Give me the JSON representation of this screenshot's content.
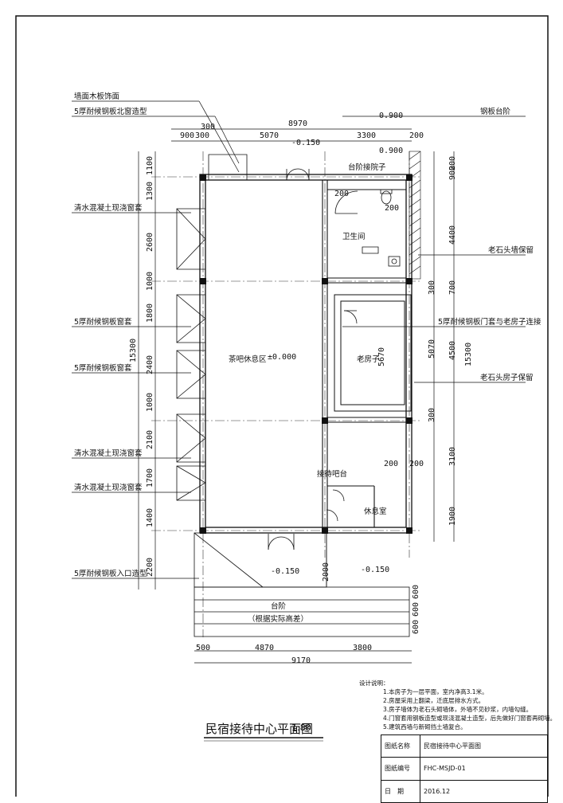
{
  "drawing": {
    "title": "民宿接待中心平面图",
    "scale": "1:80"
  },
  "callouts": {
    "wall_facing": "墙面木板饰面",
    "north_window": "5厚耐候钢板北窗造型",
    "steel_step": "钢板台阶",
    "concrete_window_1": "清水混凝土现浇窗套",
    "steel_window_1": "5厚耐候钢板窗套",
    "steel_window_2": "5厚耐候钢板窗套",
    "concrete_window_2": "清水混凝土现浇窗套",
    "concrete_window_3": "清水混凝土现浇窗套",
    "entrance": "5厚耐候钢板入口造型",
    "old_stone_wall_1": "老石头墙保留",
    "door_frame": "5厚耐候钢板门套与老房子连接",
    "old_stone_wall_2": "老石头房子保留"
  },
  "rooms": {
    "bathroom": "卫生间",
    "lounge": "茶吧休息区",
    "old_house": "老房子",
    "reception": "接待吧台",
    "rest_room": "休息室",
    "steps": "台阶",
    "steps_note": "（根据实际高差）",
    "steps_top": "台阶接院子"
  },
  "levels": {
    "main": "±0.000",
    "top_1": "-0.150",
    "top_2": "0.900",
    "top_3": "0.900",
    "bottom_1": "-0.150",
    "bottom_2": "-0.150",
    "old_house_dim": "5670",
    "step_200a": "200",
    "step_200b": "200",
    "step_200c": "200",
    "step_200d": "200"
  },
  "dims_top": {
    "overall": "8970",
    "d900": "900",
    "d300a": "300",
    "d300b": "300",
    "d5070": "5070",
    "d3300": "3300",
    "d200": "200"
  },
  "dims_bottom": {
    "d500": "500",
    "d4870": "4870",
    "d3800": "3800",
    "overall": "9170"
  },
  "dims_left": [
    "1100",
    "1300",
    "2600",
    "1000",
    "1800",
    "2400",
    "1000",
    "2100",
    "1700",
    "1400",
    "2200"
  ],
  "dims_left_total": "15300",
  "dims_right": [
    "900",
    "4400",
    "700",
    "4500",
    "300",
    "3100",
    "1900"
  ],
  "dims_right_200": "200",
  "dims_right_300a": "300",
  "dims_right_5070": "5070",
  "dims_right_total": "15300",
  "dims_bottom_side": [
    "2000",
    "600",
    "600",
    "600"
  ],
  "notes": {
    "heading": "设计说明：",
    "items": [
      "1.本房子为一层平面，室内净高3.1米。",
      "2.房屋采用上翻梁，迁底层排水方式。",
      "3.房子墙体为老石头砌墙体，外墙不见砂浆，内墙勾缝。",
      "4.门窗套用钢板造型或现浇混凝土造型，后先做好门窗套再砌墙。",
      "5.建筑西墙与新砌挡土墙复合。"
    ]
  },
  "title_block": {
    "row1_label": "图纸名称",
    "row1_value": "民宿接待中心平面图",
    "row2_label": "图纸编号",
    "row2_value": "FHC-MSJD-01",
    "row3_label": "日　期",
    "row3_value": "2016.12"
  }
}
